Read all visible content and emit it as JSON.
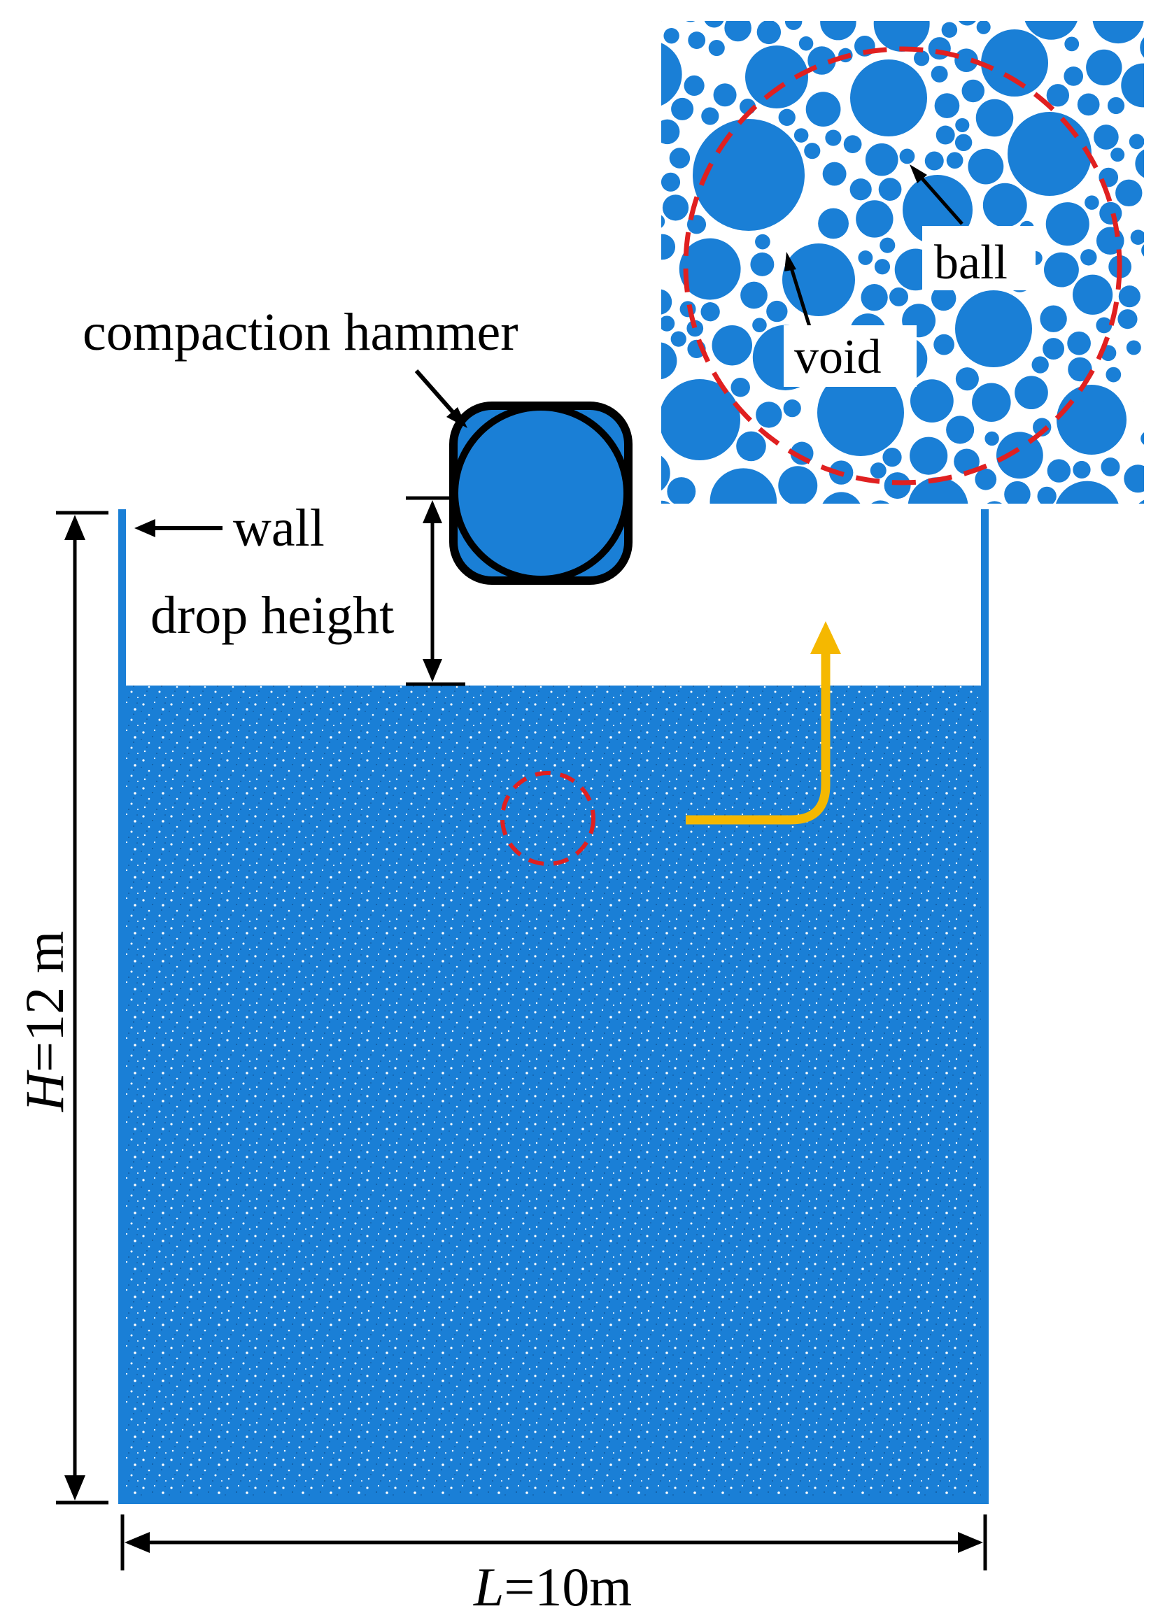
{
  "labels": {
    "hammer": "compaction hammer",
    "wall": "wall",
    "drop_height": "drop height",
    "height_symbol": "H",
    "height_value": "=12 m",
    "length_symbol": "L",
    "length_value": "=10m"
  },
  "inset": {
    "ball_label": "ball",
    "void_label": "void"
  },
  "colors": {
    "particle_blue": "#1a7fd6",
    "highlight_red": "#e02020",
    "flow_arrow_yellow": "#f5b800",
    "outline_black": "#000000"
  }
}
